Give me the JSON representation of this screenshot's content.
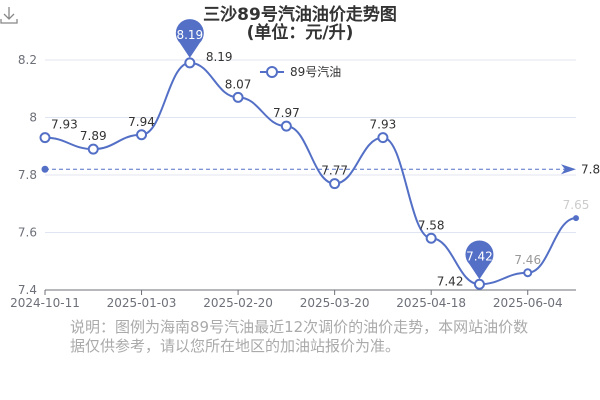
{
  "chart_data": {
    "type": "line",
    "title": "三沙89号汽油油价走势图",
    "subtitle": "(单位：元/升)",
    "legend": [
      "89号汽油"
    ],
    "legend_position": "top-center",
    "x": [
      "2024-10-11",
      "",
      "2025-01-03",
      "",
      "2025-02-20",
      "",
      "2025-03-20",
      "",
      "2025-04-18",
      "",
      "2025-06-04",
      ""
    ],
    "xtick_labels": [
      "2024-10-11",
      "2025-01-03",
      "2025-02-20",
      "2025-03-20",
      "2025-04-18",
      "2025-06-04"
    ],
    "series": [
      {
        "name": "89号汽油",
        "values": [
          7.93,
          7.89,
          7.94,
          8.19,
          8.07,
          7.97,
          7.77,
          7.93,
          7.58,
          7.42,
          7.46,
          7.65
        ]
      }
    ],
    "ylim": [
      7.4,
      8.2
    ],
    "yticks": [
      7.4,
      7.6,
      7.8,
      8,
      8.2
    ],
    "ytick_labels": [
      "7.4",
      "7.6",
      "7.8",
      "8",
      "8.2"
    ],
    "max_pin": "8.19",
    "min_pin": "7.42",
    "average": 7.82,
    "average_label": "7.8",
    "grid": true
  },
  "note": "说明：图例为海南89号汽油最近12次调价的油价走势，本网站油价数据仅供参考，请以您所在地区的加油站报价为准。",
  "colors": {
    "series": "#5470c6",
    "grid": "#e0e6f1",
    "text": "#333",
    "axis": "#6e7079"
  }
}
